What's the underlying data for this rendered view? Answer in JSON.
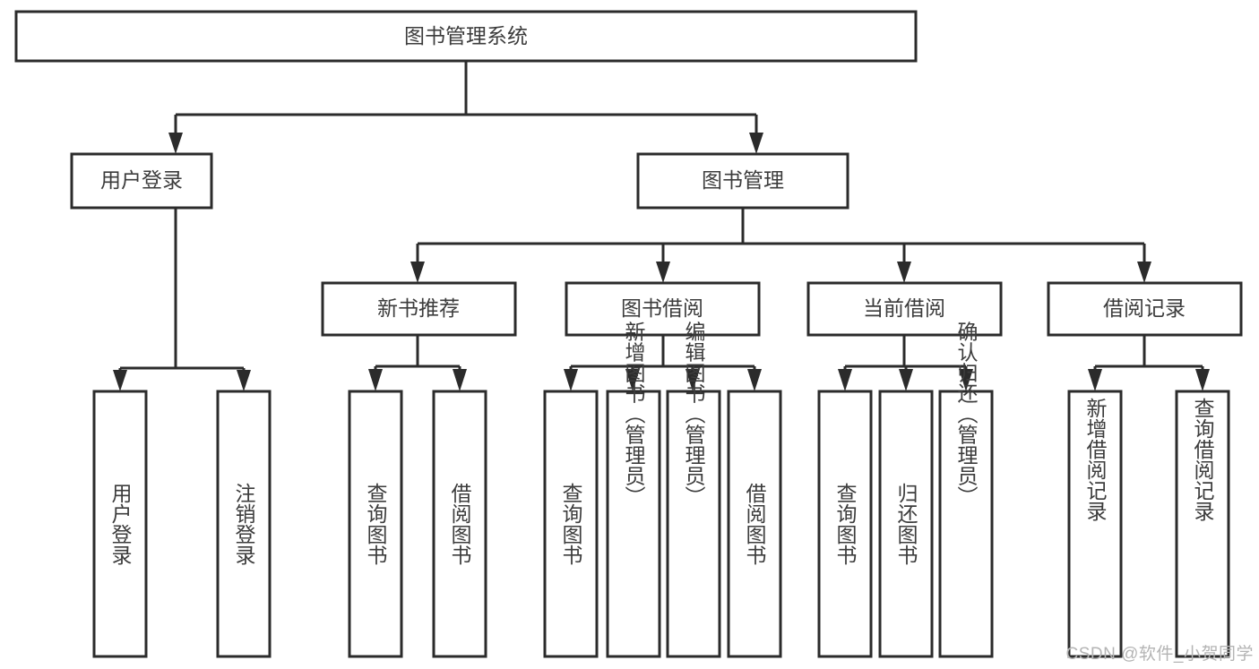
{
  "diagram": {
    "type": "tree-hierarchy",
    "title": "图书管理系统",
    "watermark": "CSDN @软件_小贺同学",
    "colors": {
      "stroke": "#2b2b2b",
      "box_fill": "#ffffff",
      "text": "#3c3c3c",
      "watermark": "#b4b4b4",
      "background": "#ffffff"
    },
    "levels": {
      "level1": [
        {
          "id": "root",
          "label": "图书管理系统"
        }
      ],
      "level2": [
        {
          "id": "user-login",
          "label": "用户登录",
          "parent": "root"
        },
        {
          "id": "book-manage",
          "label": "图书管理",
          "parent": "root"
        }
      ],
      "level3": [
        {
          "id": "new-book-rec",
          "label": "新书推荐",
          "parent": "book-manage"
        },
        {
          "id": "book-borrow",
          "label": "图书借阅",
          "parent": "book-manage"
        },
        {
          "id": "current-borrow",
          "label": "当前借阅",
          "parent": "book-manage"
        },
        {
          "id": "borrow-record",
          "label": "借阅记录",
          "parent": "book-manage"
        }
      ],
      "leaves": [
        {
          "id": "leaf-user-login",
          "label": "用户登录",
          "parent": "user-login"
        },
        {
          "id": "leaf-logout",
          "label": "注销登录",
          "parent": "user-login"
        },
        {
          "id": "leaf-query-book-1",
          "label": "查询图书",
          "parent": "new-book-rec"
        },
        {
          "id": "leaf-borrow-book-1",
          "label": "借阅图书",
          "parent": "new-book-rec"
        },
        {
          "id": "leaf-query-book-2",
          "label": "查询图书",
          "parent": "book-borrow"
        },
        {
          "id": "leaf-add-book",
          "label": "新增图书（管理员）",
          "parent": "book-borrow"
        },
        {
          "id": "leaf-edit-book",
          "label": "编辑图书（管理员）",
          "parent": "book-borrow"
        },
        {
          "id": "leaf-borrow-book-2",
          "label": "借阅图书",
          "parent": "book-borrow"
        },
        {
          "id": "leaf-query-book-3",
          "label": "查询图书",
          "parent": "current-borrow"
        },
        {
          "id": "leaf-return-book",
          "label": "归还图书",
          "parent": "current-borrow"
        },
        {
          "id": "leaf-confirm-return",
          "label": "确认归还（管理员）",
          "parent": "current-borrow"
        },
        {
          "id": "leaf-add-record",
          "label": "新增借阅记录",
          "parent": "borrow-record"
        },
        {
          "id": "leaf-query-record",
          "label": "查询借阅记录",
          "parent": "borrow-record"
        }
      ]
    }
  }
}
